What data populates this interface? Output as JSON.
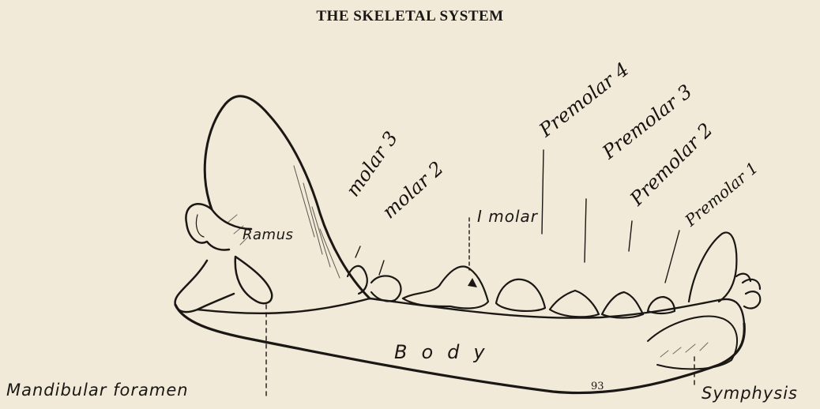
{
  "page": {
    "header": "THE SKELETAL SYSTEM",
    "page_number": "93"
  },
  "figure": {
    "description": "Lateral view of a mandible",
    "labels": {
      "ramus": "Ramus",
      "body": "Body",
      "mandibular_foramen": "Mandibular foramen",
      "symphysis": "Symphysis",
      "molar_1": "I molar"
    },
    "handwritten_labels": {
      "molar_3": "molar 3",
      "molar_2": "molar 2",
      "premolar_4": "Premolar 4",
      "premolar_3": "Premolar 3",
      "premolar_2": "Premolar 2",
      "premolar_1": "Premolar 1"
    }
  },
  "colors": {
    "paper": "#f1ead8",
    "ink": "#1a1714"
  }
}
